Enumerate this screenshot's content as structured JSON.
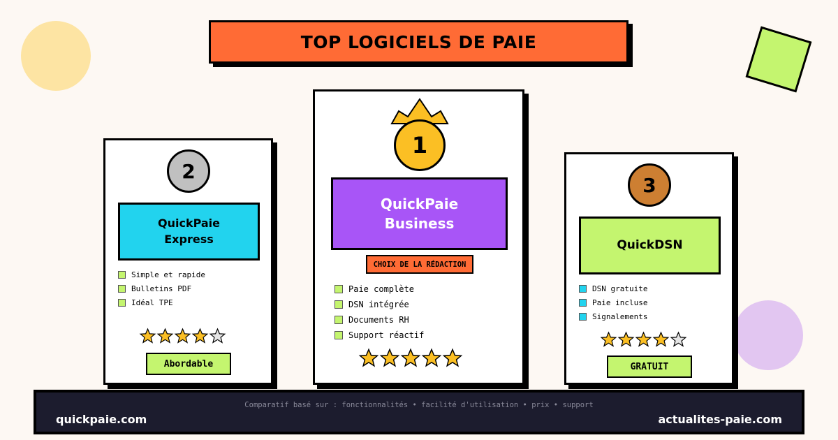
{
  "title": "TOP LOGICIELS DE PAIE",
  "colors": {
    "background": "#fdf8f3",
    "accent_orange": "#ff6b35",
    "gold": "#fbbf24",
    "silver": "#c0c0c0",
    "bronze": "#cd7f32",
    "cyan": "#22d3ee",
    "purple": "#a855f7",
    "lime": "#c4f56f",
    "footer_bg": "#1c1c2e"
  },
  "cards": {
    "first": {
      "rank": "1",
      "name_line1": "QuickPaie",
      "name_line2": "Business",
      "badge": "CHOIX DE LA RÉDACTION",
      "features": [
        "Paie complète",
        "DSN intégrée",
        "Documents RH",
        "Support réactif"
      ],
      "rating": 5,
      "rating_max": 5
    },
    "second": {
      "rank": "2",
      "name_line1": "QuickPaie",
      "name_line2": "Express",
      "features": [
        "Simple et rapide",
        "Bulletins PDF",
        "Idéal TPE"
      ],
      "rating": 4,
      "rating_max": 5,
      "tag": "Abordable"
    },
    "third": {
      "rank": "3",
      "name_line1": "QuickDSN",
      "features": [
        "DSN gratuite",
        "Paie incluse",
        "Signalements"
      ],
      "rating": 4,
      "rating_max": 5,
      "tag": "GRATUIT"
    }
  },
  "footer": {
    "note": "Comparatif basé sur : fonctionnalités • facilité d'utilisation • prix • support",
    "left_site": "quickpaie.com",
    "right_site": "actualites-paie.com"
  }
}
